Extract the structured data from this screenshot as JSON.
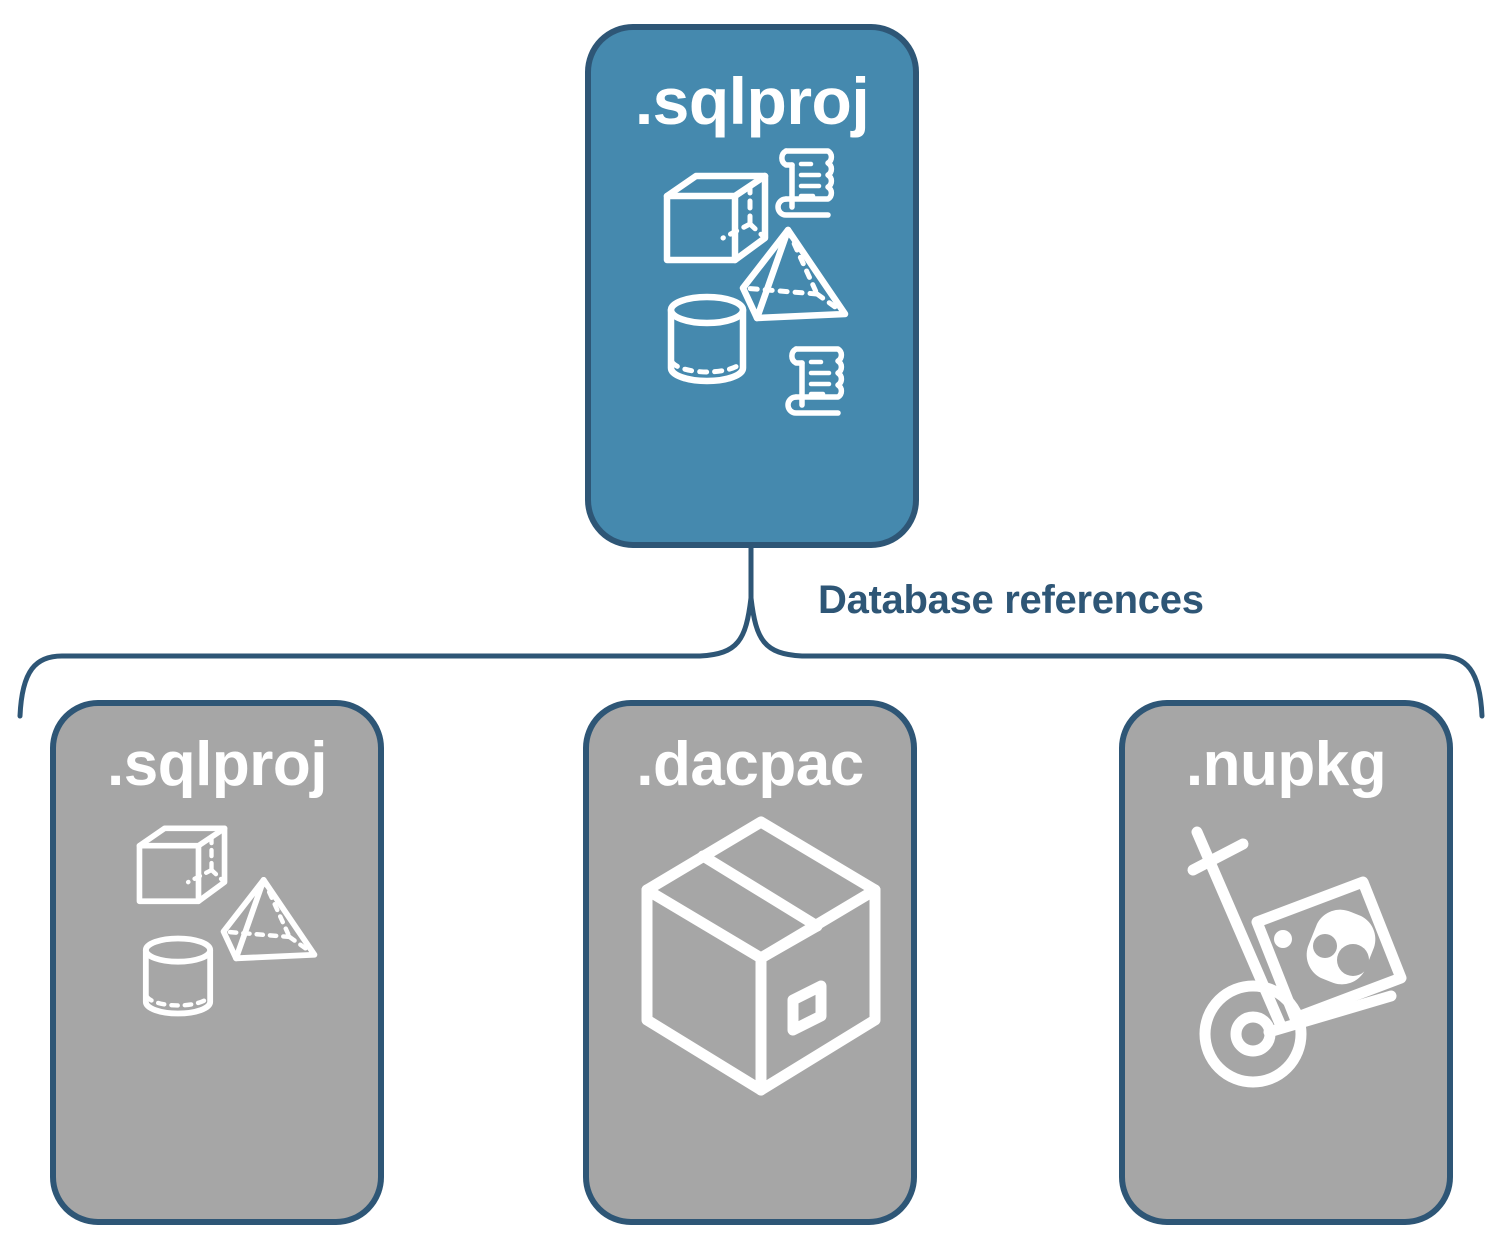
{
  "diagram": {
    "title_text": "Database references",
    "background": "#FFFFFF",
    "colors": {
      "accent_blue_fill": "#4589AE",
      "node_border": "#2E5676",
      "child_fill": "#A6A6A6",
      "label_text": "#2E5676",
      "node_title_text": "#FFFFFF",
      "icon_stroke": "#FFFFFF"
    },
    "relationship_label": "Database references",
    "root": {
      "id": "root-sqlproj",
      "label": ".sqlproj",
      "fill": "#4589AE",
      "icons": [
        "cube-wireframe-icon",
        "pyramid-wireframe-icon",
        "cylinder-wireframe-icon",
        "scroll-icon",
        "scroll-icon"
      ]
    },
    "children": [
      {
        "id": "child-sqlproj",
        "label": ".sqlproj",
        "fill": "#A6A6A6",
        "icons": [
          "cube-wireframe-icon",
          "pyramid-wireframe-icon",
          "cylinder-wireframe-icon"
        ]
      },
      {
        "id": "child-dacpac",
        "label": ".dacpac",
        "fill": "#A6A6A6",
        "icons": [
          "package-box-icon"
        ]
      },
      {
        "id": "child-nupkg",
        "label": ".nupkg",
        "fill": "#A6A6A6",
        "icons": [
          "hand-truck-package-icon"
        ]
      }
    ]
  }
}
